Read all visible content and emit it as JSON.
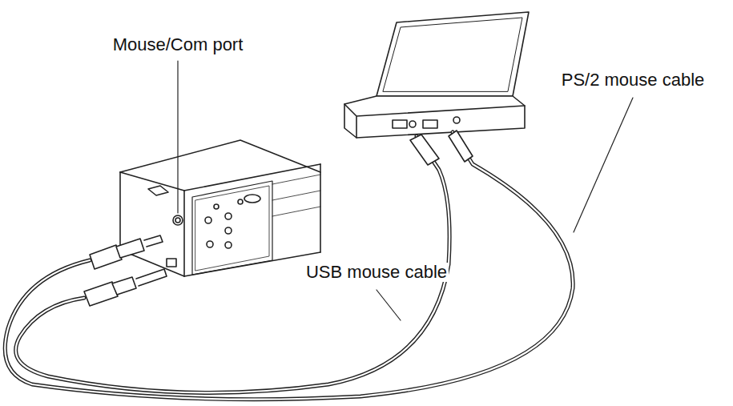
{
  "diagram": {
    "labels": [
      "Mouse/Com port",
      "PS/2 mouse cable",
      "USB mouse cable"
    ]
  }
}
